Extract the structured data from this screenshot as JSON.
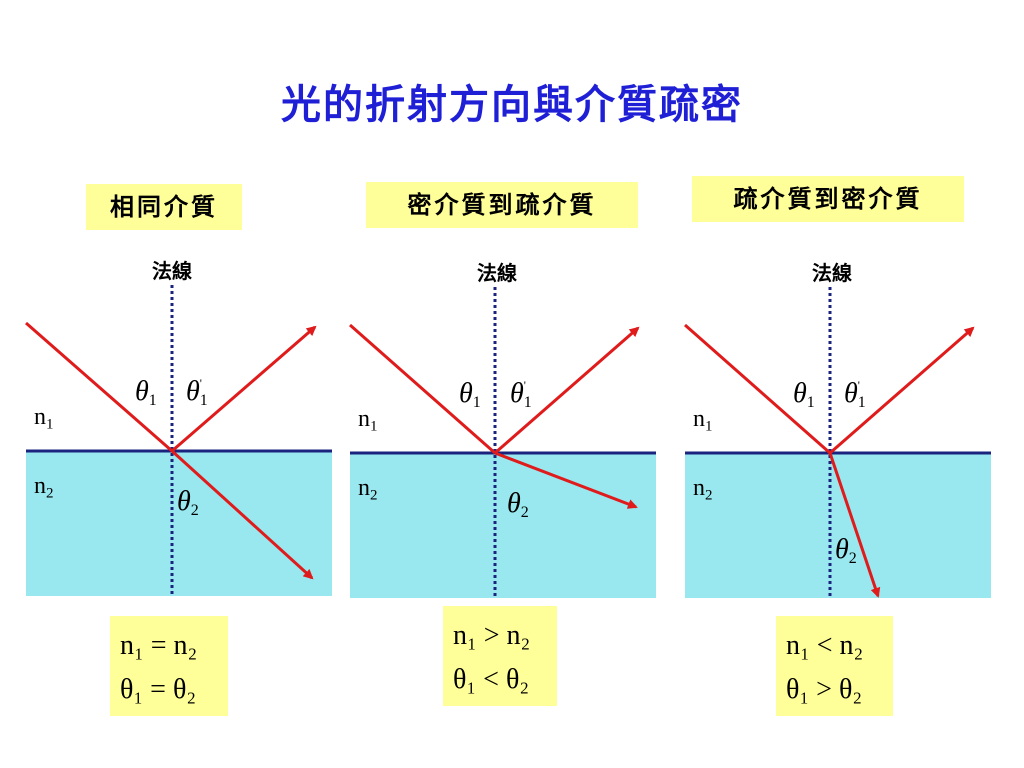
{
  "title": "光的折射方向與介質疏密",
  "panels": [
    {
      "label": "相同介質",
      "normal": "法線",
      "theta1": "θ",
      "theta1_sub": "1",
      "theta1p": "θ",
      "theta1p_sub": "1",
      "theta1p_sup": "'",
      "theta2": "θ",
      "theta2_sub": "2",
      "n1": "n",
      "n1_sub": "1",
      "n2": "n",
      "n2_sub": "2",
      "eq1": "n₁ = n₂",
      "eq2": "θ₁ = θ₂"
    },
    {
      "label": "密介質到疏介質",
      "normal": "法線",
      "theta1": "θ",
      "theta1_sub": "1",
      "theta1p": "θ",
      "theta1p_sub": "1",
      "theta1p_sup": "'",
      "theta2": "θ",
      "theta2_sub": "2",
      "n1": "n",
      "n1_sub": "1",
      "n2": "n",
      "n2_sub": "2",
      "eq1": "n₁ > n₂",
      "eq2": "θ₁ < θ₂"
    },
    {
      "label": "疏介質到密介質",
      "normal": "法線",
      "theta1": "θ",
      "theta1_sub": "1",
      "theta1p": "θ",
      "theta1p_sub": "1",
      "theta1p_sup": "'",
      "theta2": "θ",
      "theta2_sub": "2",
      "n1": "n",
      "n1_sub": "1",
      "n2": "n",
      "n2_sub": "2",
      "eq1": "n₁ < n₂",
      "eq2": "θ₁ > θ₂"
    }
  ],
  "colors": {
    "title": "#1f1fd6",
    "label_bg": "#ffff99",
    "medium": "#99e8f0",
    "ray": "#e01b1b",
    "interface": "#1a237e",
    "normal_line": "#1a237e"
  }
}
